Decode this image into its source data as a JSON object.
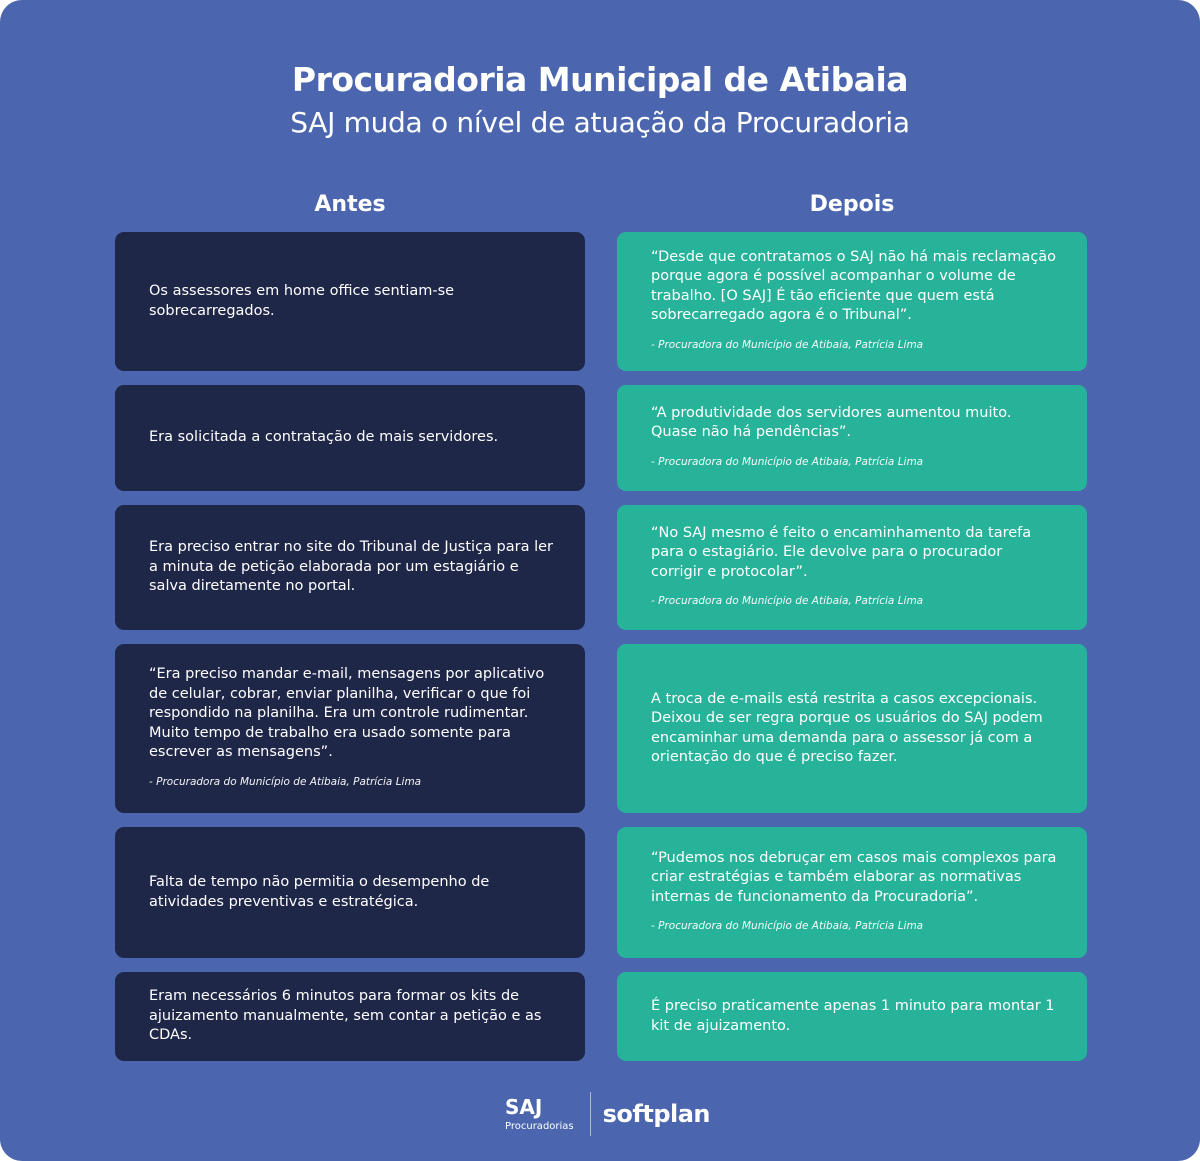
{
  "header": {
    "title": "Procuradoria Municipal de Atibaia",
    "subtitle": "SAJ muda o nível de atuação da Procuradoria"
  },
  "columns": {
    "before": "Antes",
    "after": "Depois"
  },
  "rows": [
    {
      "before": {
        "text": "Os assessores em home office sentiam-se sobrecarregados.",
        "attribution": null
      },
      "after": {
        "text": "“Desde que contratamos o SAJ não há mais reclamação porque agora é possível acompanhar o volume de trabalho. [O SAJ] É tão eficiente que quem está sobrecarregado agora é o Tribunal”.",
        "attribution": "- Procuradora do Município de Atibaia, Patrícia Lima"
      }
    },
    {
      "before": {
        "text": "Era solicitada a contratação de mais servidores.",
        "attribution": null
      },
      "after": {
        "text": "“A produtividade dos servidores aumentou muito. Quase não há pendências”.",
        "attribution": "- Procuradora do Município de Atibaia, Patrícia Lima"
      }
    },
    {
      "before": {
        "text": "Era preciso entrar no site do Tribunal de Justiça para ler a minuta de petição elaborada por um estagiário e salva diretamente no portal.",
        "attribution": null
      },
      "after": {
        "text": "“No SAJ mesmo é feito o encaminhamento da tarefa para o estagiário. Ele devolve para o procurador corrigir e protocolar”.",
        "attribution": "- Procuradora do Município de Atibaia, Patrícia Lima"
      }
    },
    {
      "before": {
        "text": "“Era preciso mandar e-mail, mensagens por aplicativo de celular, cobrar, enviar planilha, verificar o que foi respondido na planilha. Era um controle rudimentar. Muito tempo de trabalho era usado somente para escrever as mensagens”.",
        "attribution": "- Procuradora do Município de Atibaia, Patrícia Lima"
      },
      "after": {
        "text": "A troca de e-mails está restrita a casos excepcionais. Deixou de ser regra porque os usuários do SAJ podem encaminhar uma demanda para o assessor já com a orientação do que é preciso fazer.",
        "attribution": null
      }
    },
    {
      "before": {
        "text": "Falta de tempo não permitia o desempenho de atividades preventivas e estratégica.",
        "attribution": null
      },
      "after": {
        "text": "“Pudemos nos debruçar em casos mais complexos para criar estratégias e também elaborar as normativas internas de funcionamento da Procuradoria”.",
        "attribution": "- Procuradora do Município de Atibaia, Patrícia Lima"
      }
    },
    {
      "before": {
        "text": "Eram necessários 6 minutos para formar os kits de ajuizamento manualmente, sem contar a petição e as CDAs.",
        "attribution": null
      },
      "after": {
        "text": "É preciso praticamente apenas 1 minuto para montar 1 kit de ajuizamento.",
        "attribution": null
      }
    }
  ],
  "footer": {
    "saj": "SAJ",
    "saj_sub": "Procuradorias",
    "softplan": "softplan"
  },
  "colors": {
    "background": "#4b66ae",
    "before": "#1f2749",
    "after": "#27b29a"
  }
}
